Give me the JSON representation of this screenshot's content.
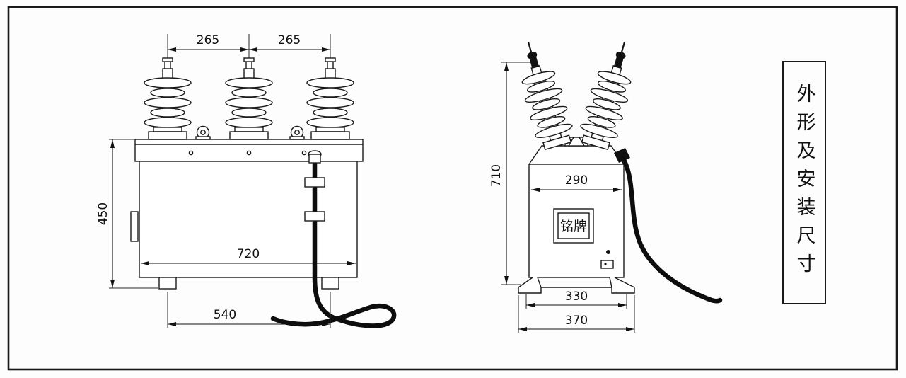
{
  "panel": {
    "title": "外形及安装尺寸"
  },
  "front_view": {
    "dim_pitch_left": "265",
    "dim_pitch_right": "265",
    "dim_height": "450",
    "dim_width": "720",
    "dim_foot_span": "540"
  },
  "side_view": {
    "dim_height": "710",
    "dim_top_width": "290",
    "dim_foot_inner": "330",
    "dim_foot_outer": "370",
    "nameplate_label": "铭牌"
  },
  "colors": {
    "line": "#1a1a1a",
    "background": "#fdfdfd"
  }
}
